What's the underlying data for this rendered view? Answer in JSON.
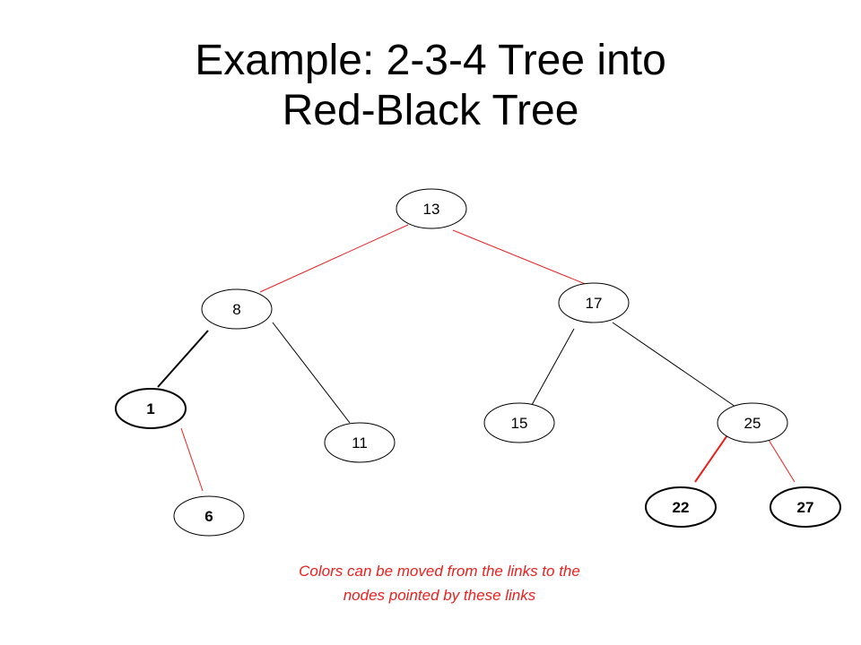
{
  "title": {
    "line1": "Example: 2-3-4 Tree into",
    "line2": "Red-Black Tree"
  },
  "nodes": [
    {
      "id": "n13",
      "label": "13",
      "color": "white",
      "bold": false
    },
    {
      "id": "n8",
      "label": "8",
      "color": "white",
      "bold": false
    },
    {
      "id": "n17",
      "label": "17",
      "color": "white",
      "bold": false
    },
    {
      "id": "n1",
      "label": "1",
      "color": "white",
      "bold": true
    },
    {
      "id": "n11",
      "label": "11",
      "color": "white",
      "bold": false
    },
    {
      "id": "n15",
      "label": "15",
      "color": "white",
      "bold": false
    },
    {
      "id": "n25",
      "label": "25",
      "color": "white",
      "bold": false
    },
    {
      "id": "n6",
      "label": "6",
      "color": "white",
      "bold": true
    },
    {
      "id": "n22",
      "label": "22",
      "color": "white",
      "bold": true
    },
    {
      "id": "n27",
      "label": "27",
      "color": "white",
      "bold": true
    }
  ],
  "edges": [
    {
      "from": "13",
      "to": "8",
      "color": "red"
    },
    {
      "from": "13",
      "to": "17",
      "color": "red"
    },
    {
      "from": "8",
      "to": "1",
      "color": "black"
    },
    {
      "from": "8",
      "to": "11",
      "color": "black"
    },
    {
      "from": "17",
      "to": "15",
      "color": "black"
    },
    {
      "from": "17",
      "to": "25",
      "color": "black"
    },
    {
      "from": "1",
      "to": "6",
      "color": "red"
    },
    {
      "from": "25",
      "to": "22",
      "color": "red"
    },
    {
      "from": "25",
      "to": "27",
      "color": "red"
    }
  ],
  "caption": {
    "line1": "Colors can be moved from the links to the",
    "line2": "nodes pointed by  these links"
  },
  "colors": {
    "red": "#e8201e",
    "black": "#000000",
    "text": "#000000",
    "caption": "#e8201e"
  }
}
